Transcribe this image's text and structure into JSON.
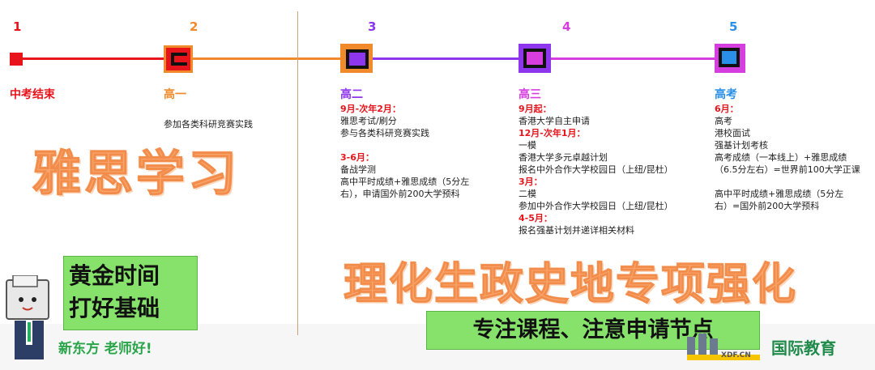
{
  "timeline": {
    "nodes": [
      {
        "num": "1",
        "label": "中考结束",
        "color": "#e8141c"
      },
      {
        "num": "2",
        "label": "高一",
        "color": "#f08a2a"
      },
      {
        "num": "3",
        "label": "高二",
        "color": "#8e35ee"
      },
      {
        "num": "4",
        "label": "高三",
        "color": "#d63ee0"
      },
      {
        "num": "5",
        "label": "高考",
        "color": "#2a8fe8"
      }
    ],
    "line_colors": {
      "seg1": "#e8141c",
      "seg2": "#f08a2a",
      "seg3": "#8e35ee",
      "seg4": "#d63ee0"
    }
  },
  "stage2": {
    "line1": "参加各类科研竞赛实践"
  },
  "stage3": {
    "h1": "9月-次年2月：",
    "l1": "雅思考试/刷分",
    "l2": "参与各类科研竞赛实践",
    "h2": "3-6月：",
    "l3": "备战学测",
    "l4": "高中平时成绩+雅思成绩（5分左",
    "l5": "右），申请国外前200大学预科"
  },
  "stage4": {
    "h1": "9月起：",
    "l1": "香港大学自主申请",
    "h2": "12月-次年1月：",
    "l2": "一模",
    "l3": "香港大学多元卓越计划",
    "l4": "报名中外合作大学校园日（上纽/昆杜）",
    "h3": "3月：",
    "l5": "二模",
    "l6": "参加中外合作大学校园日（上纽/昆杜）",
    "h4": "4-5月：",
    "l7": "报名强基计划并递详相关材料"
  },
  "stage5": {
    "h1": "6月：",
    "l1": "高考",
    "l2": "港校面试",
    "l3": "强基计划考核",
    "l4": "高考成绩（一本线上）+雅思成绩",
    "l5": "（6.5分左右）=世界前100大学正课",
    "l6": "高中平时成绩+雅思成绩（5分左",
    "l7": "右）=国外前200大学预科"
  },
  "big_text": {
    "ielts": "雅思学习",
    "subjects": "理化生政史地专项强化"
  },
  "green_box_left": {
    "line1": "黄金时间",
    "line2": "打好基础"
  },
  "green_box_right": {
    "text": "专注课程、注意申请节点"
  },
  "brand": {
    "slogan": "新东方 老师好!",
    "logo_text": "XDF.CN",
    "intl": "国际教育"
  }
}
